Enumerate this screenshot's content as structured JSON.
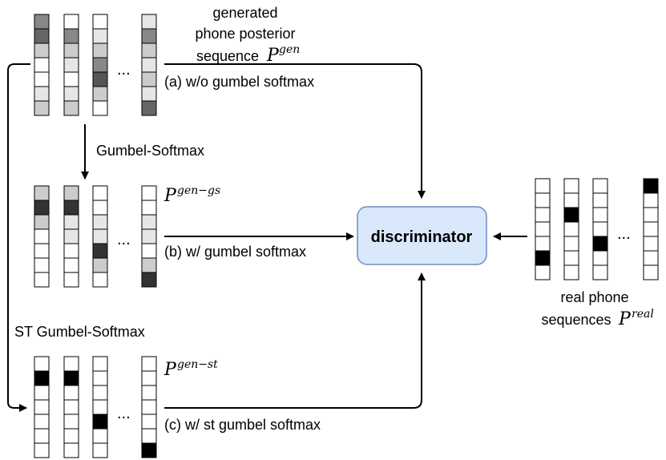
{
  "generated": {
    "caption_lines": [
      "generated",
      "phone posterior",
      "sequence"
    ],
    "symbol": "P",
    "superscript": "gen",
    "path_label": "(a) w/o gumbel softmax"
  },
  "gumbel": {
    "arrow_label": "Gumbel-Softmax",
    "symbol": "P",
    "superscript": "gen−gs",
    "path_label": "(b) w/ gumbel softmax"
  },
  "st_gumbel": {
    "arrow_label": "ST Gumbel-Softmax",
    "symbol": "P",
    "superscript": "gen−st",
    "path_label": "(c) w/ st gumbel softmax"
  },
  "discriminator": {
    "label": "discriminator"
  },
  "real": {
    "caption_lines": [
      "real phone",
      "sequences"
    ],
    "symbol": "P",
    "superscript": "real"
  },
  "ellipsis": "...",
  "colors": {
    "disc_fill": "#dae8fc",
    "disc_stroke": "#6c8ebf",
    "black": "#000000",
    "dark": "#333333",
    "mid_dark": "#555555",
    "mid": "#888888",
    "light": "#cccccc",
    "lighter": "#e6e6e6"
  },
  "grids": {
    "generated": [
      [
        "#888888",
        "#666666",
        "#cccccc",
        "#ffffff",
        "#ffffff",
        "#e6e6e6",
        "#cccccc"
      ],
      [
        "#ffffff",
        "#888888",
        "#cccccc",
        "#e6e6e6",
        "#ffffff",
        "#e6e6e6",
        "#cccccc"
      ],
      [
        "#ffffff",
        "#e6e6e6",
        "#cccccc",
        "#888888",
        "#555555",
        "#cccccc",
        "#ffffff"
      ],
      [
        "#e6e6e6",
        "#888888",
        "#cccccc",
        "#e6e6e6",
        "#cccccc",
        "#e6e6e6",
        "#666666"
      ]
    ],
    "gumbel": [
      [
        "#cccccc",
        "#333333",
        "#cccccc",
        "#ffffff",
        "#ffffff",
        "#ffffff",
        "#ffffff"
      ],
      [
        "#cccccc",
        "#333333",
        "#e6e6e6",
        "#e6e6e6",
        "#ffffff",
        "#ffffff",
        "#ffffff"
      ],
      [
        "#ffffff",
        "#ffffff",
        "#e6e6e6",
        "#e6e6e6",
        "#333333",
        "#cccccc",
        "#ffffff"
      ],
      [
        "#ffffff",
        "#ffffff",
        "#e6e6e6",
        "#e6e6e6",
        "#ffffff",
        "#cccccc",
        "#333333"
      ]
    ],
    "st_gumbel": [
      [
        "#ffffff",
        "#000000",
        "#ffffff",
        "#ffffff",
        "#ffffff",
        "#ffffff",
        "#ffffff"
      ],
      [
        "#ffffff",
        "#000000",
        "#ffffff",
        "#ffffff",
        "#ffffff",
        "#ffffff",
        "#ffffff"
      ],
      [
        "#ffffff",
        "#ffffff",
        "#ffffff",
        "#ffffff",
        "#000000",
        "#ffffff",
        "#ffffff"
      ],
      [
        "#ffffff",
        "#ffffff",
        "#ffffff",
        "#ffffff",
        "#ffffff",
        "#ffffff",
        "#000000"
      ]
    ],
    "real": [
      [
        "#ffffff",
        "#ffffff",
        "#ffffff",
        "#ffffff",
        "#ffffff",
        "#000000",
        "#ffffff"
      ],
      [
        "#ffffff",
        "#ffffff",
        "#000000",
        "#ffffff",
        "#ffffff",
        "#ffffff",
        "#ffffff"
      ],
      [
        "#ffffff",
        "#ffffff",
        "#ffffff",
        "#ffffff",
        "#000000",
        "#ffffff",
        "#ffffff"
      ],
      [
        "#000000",
        "#ffffff",
        "#ffffff",
        "#ffffff",
        "#ffffff",
        "#ffffff",
        "#ffffff"
      ]
    ]
  }
}
